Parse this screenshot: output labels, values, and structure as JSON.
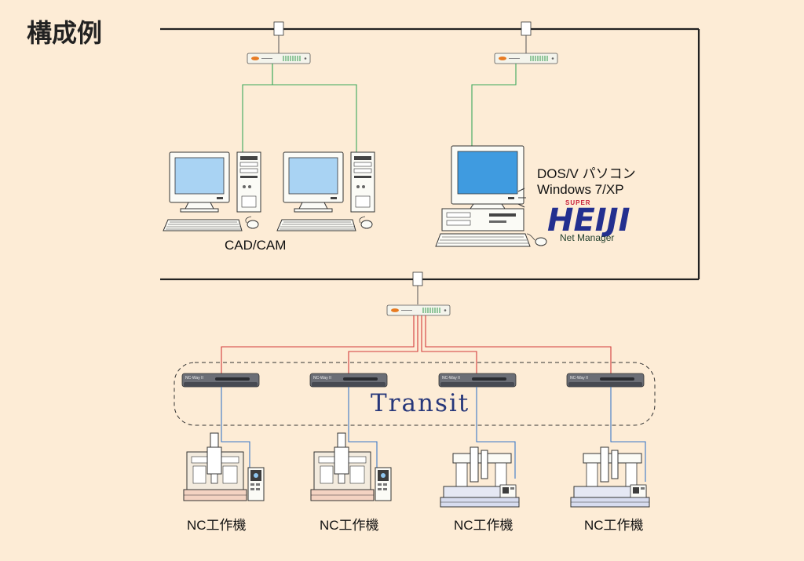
{
  "title": "構成例",
  "labels": {
    "cadcam": "CAD/CAM",
    "os_line1": "DOS/V パソコン",
    "os_line2": "Windows 7/XP",
    "transit": "Transit",
    "nc": [
      "NC工作機",
      "NC工作機",
      "NC工作機",
      "NC工作機"
    ]
  },
  "logo": {
    "super": "SUPER",
    "name": "HEIJI",
    "tagline": "Net Manager"
  },
  "nc_way": [
    "NC-Way II",
    "NC-Way II",
    "NC-Way II",
    "NC-Way II"
  ],
  "colors": {
    "background": "#fdecd6",
    "lan": "#222222",
    "green_link": "#3aa85a",
    "red_link": "#d33a3a",
    "blue_link": "#3b78c8",
    "screen": "#a9d3f3"
  }
}
